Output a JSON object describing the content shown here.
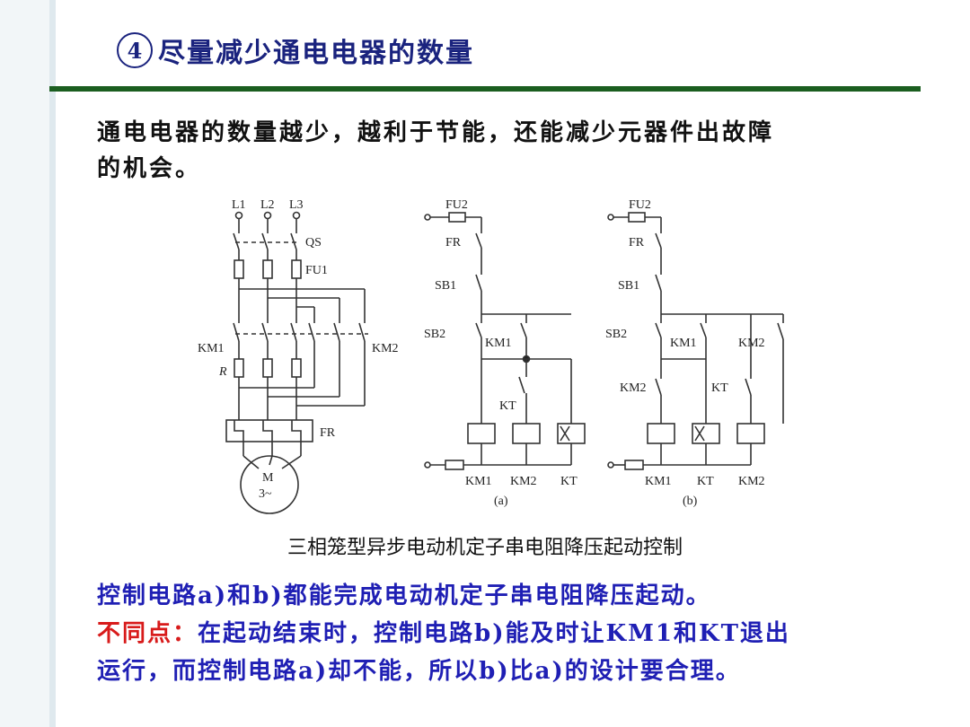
{
  "slide": {
    "title_num": "4",
    "title_text": "尽量减少通电电器的数量",
    "intro_line1": "通电电器的数量越少，越利于节能，还能减少元器件出故障",
    "intro_line2": "的机会。",
    "caption": "三相笼型异步电动机定子串电阻降压起动控制",
    "para1": "控制电路a)和b)都能完成电动机定子串电阻降压起动。",
    "para2_label": "不同点：",
    "para2_text": "在起动结束时，控制电路b)能及时让KM1和KT退出",
    "para3": "运行，而控制电路a)却不能，所以b)比a)的设计要合理。"
  },
  "diagram": {
    "phase_labels": [
      "L1",
      "L2",
      "L3"
    ],
    "qs": "QS",
    "fu1": "FU1",
    "km1": "KM1",
    "km2": "KM2",
    "r": "R",
    "fr": "FR",
    "motor_m": "M",
    "motor_phase": "3~",
    "fu2": "FU2",
    "sb1": "SB1",
    "sb2": "SB2",
    "kt": "KT",
    "sub_a": "(a)",
    "sub_b": "(b)"
  }
}
